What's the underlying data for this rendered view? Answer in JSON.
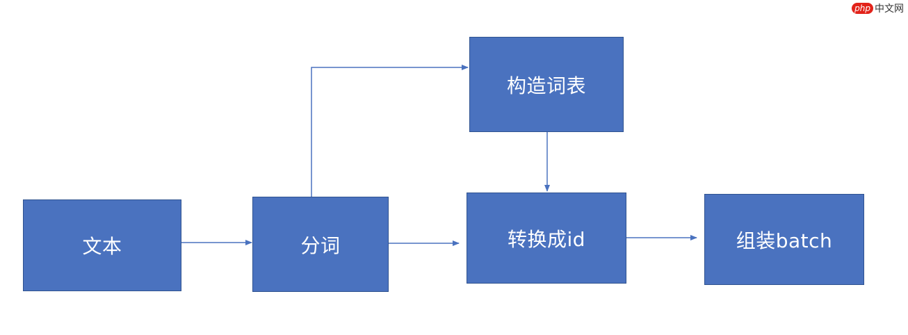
{
  "watermark": {
    "logo": "php",
    "text": "中文网"
  },
  "nodes": {
    "text": "文本",
    "segmentation": "分词",
    "build_vocab": "构造词表",
    "convert_ids": "转换成id",
    "assemble_batch": "组装batch"
  },
  "colors": {
    "node_fill": "#4a72bf",
    "node_border": "#2f528f",
    "edge": "#4a72bf",
    "node_text": "#ffffff"
  },
  "edges": [
    {
      "from": "text",
      "to": "segmentation"
    },
    {
      "from": "segmentation",
      "to": "build_vocab"
    },
    {
      "from": "segmentation",
      "to": "convert_ids"
    },
    {
      "from": "build_vocab",
      "to": "convert_ids"
    },
    {
      "from": "convert_ids",
      "to": "assemble_batch"
    }
  ]
}
